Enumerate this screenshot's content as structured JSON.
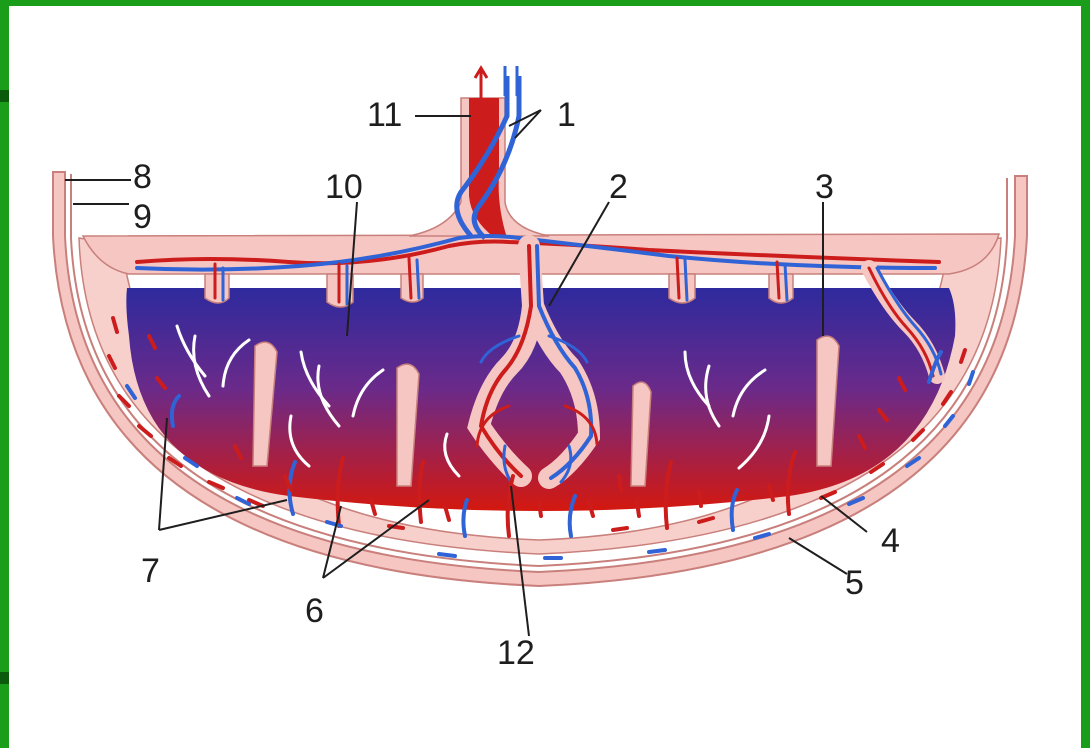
{
  "diagram": {
    "labels": {
      "l1": "1",
      "l2": "2",
      "l3": "3",
      "l4": "4",
      "l5": "5",
      "l6": "6",
      "l7": "7",
      "l8": "8",
      "l9": "9",
      "l10": "10",
      "l11": "11",
      "l12": "12"
    },
    "colors": {
      "frame_border": "#1a9e1a",
      "tissue": "#f5c6c2",
      "tissue_outline": "#c9807c",
      "artery": "#cc1c1c",
      "vein": "#2f63d6",
      "space_top": "#3a2b9c",
      "space_bottom": "#d11c14",
      "label_text": "#1e1e1e"
    }
  }
}
